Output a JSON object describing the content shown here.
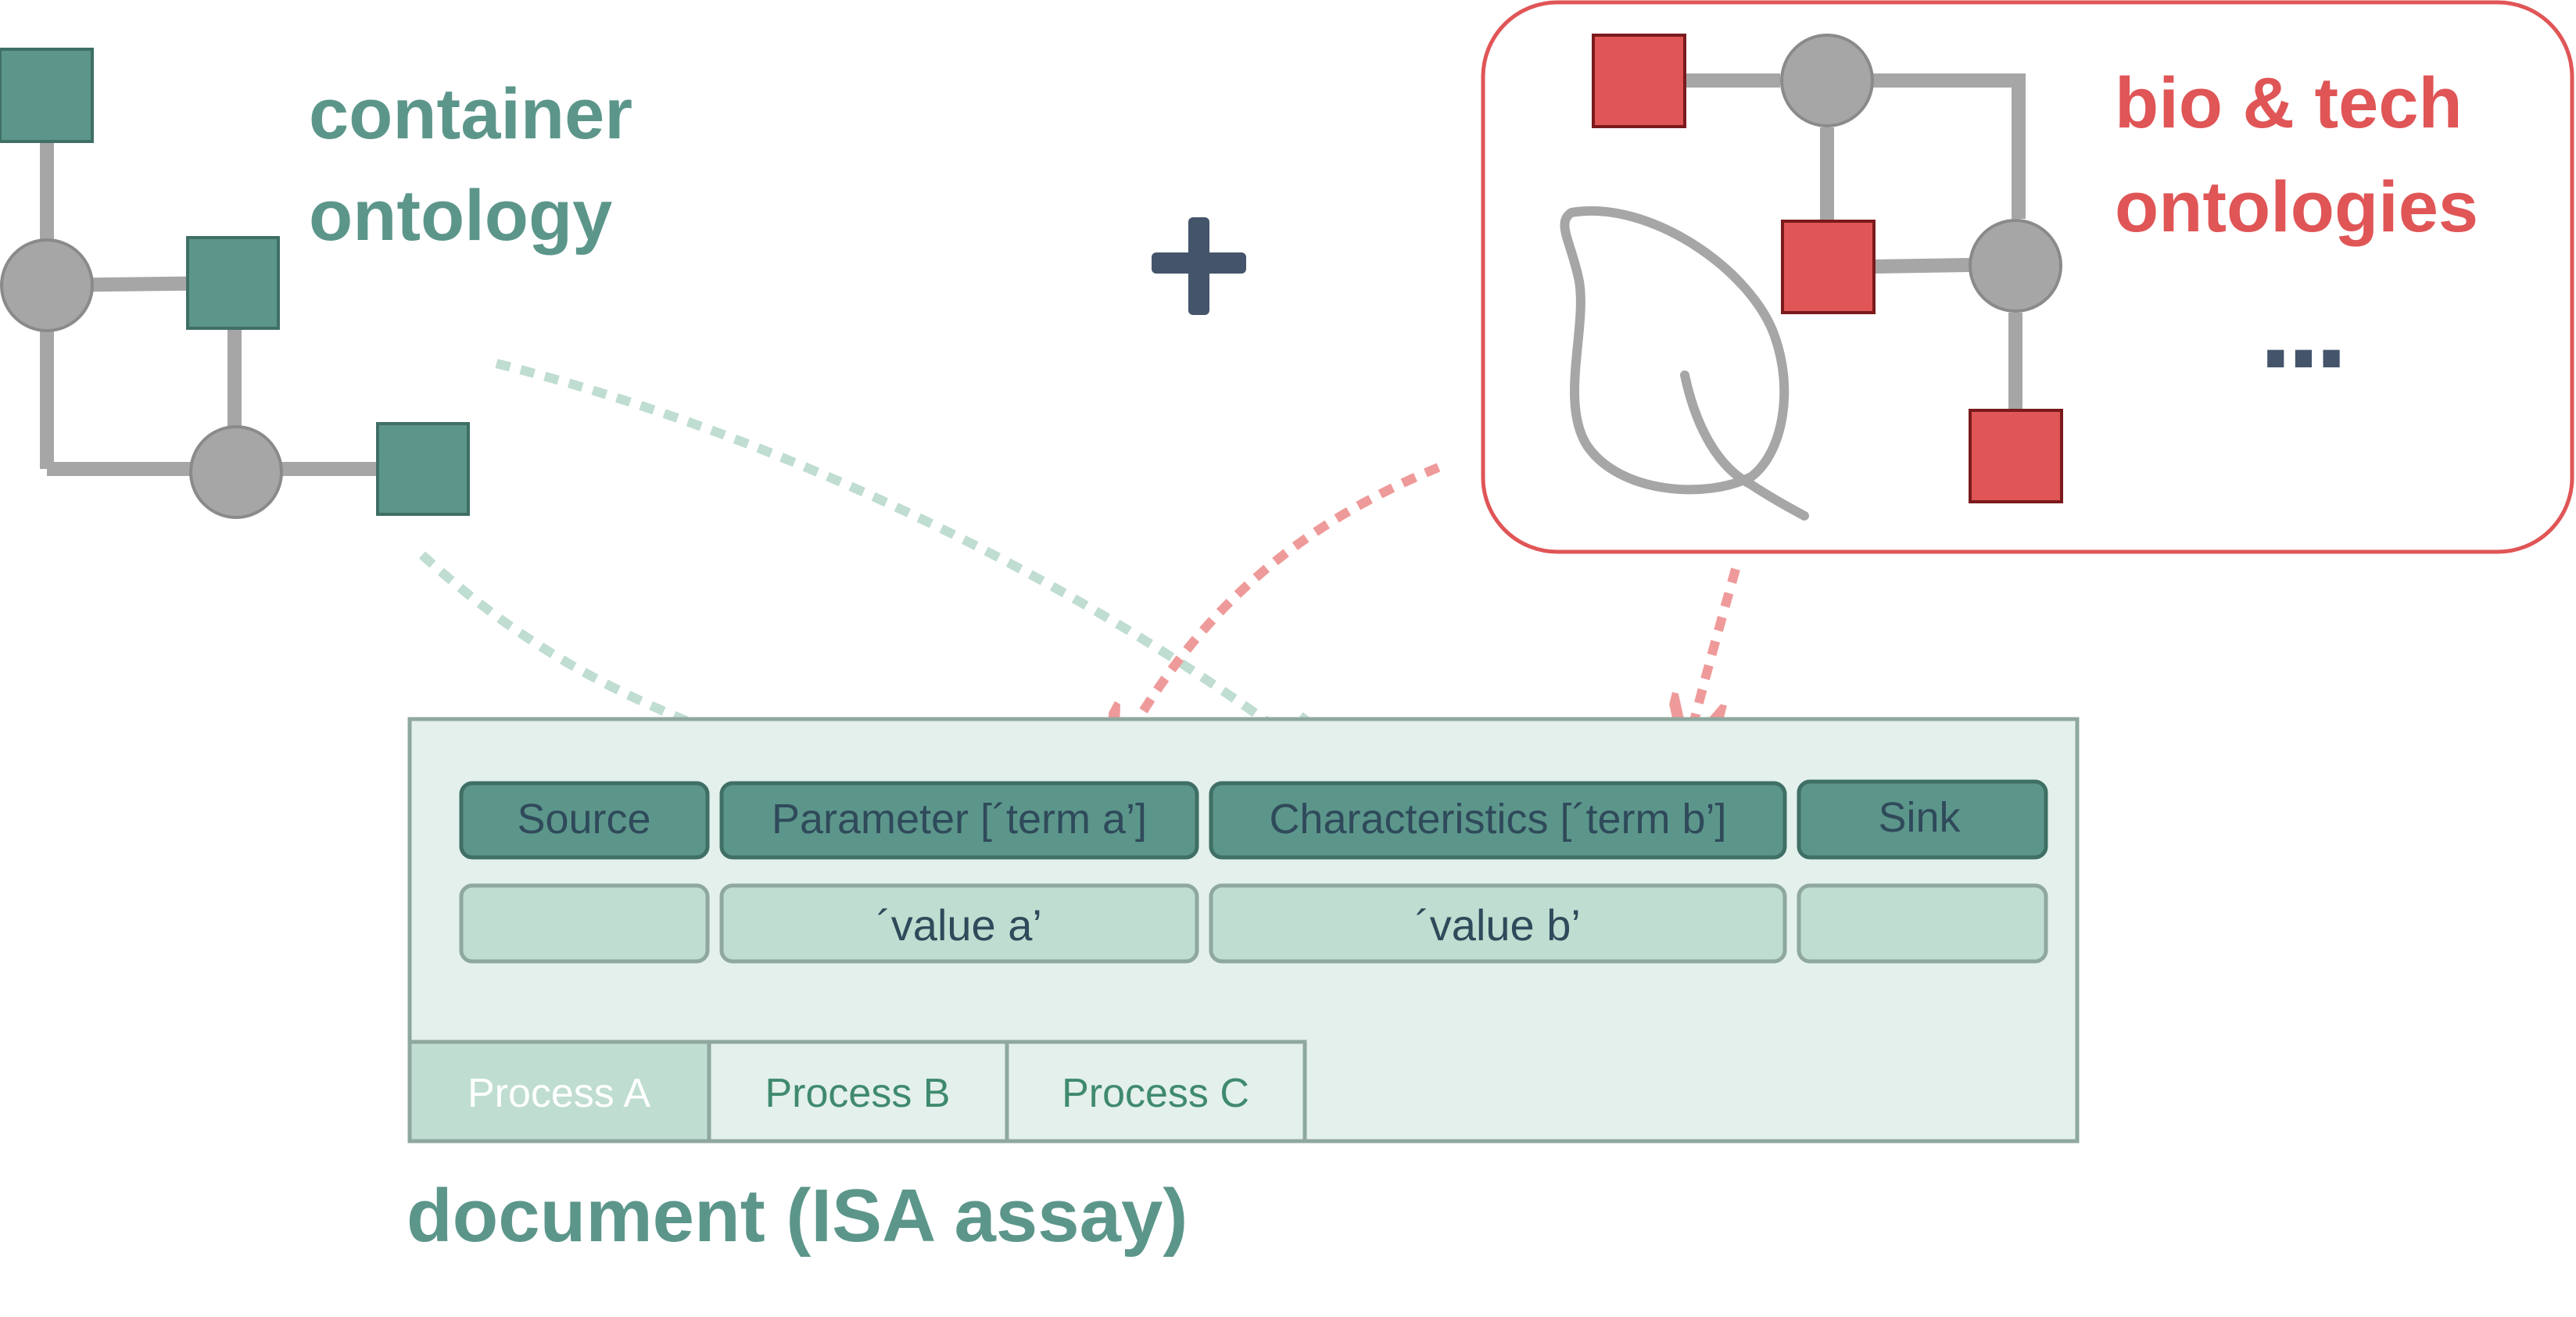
{
  "colors": {
    "teal": "#5c968b",
    "teal_dark": "#3f6f65",
    "teal_light": "#bfddd0",
    "teal_pale": "#e3f0eb",
    "red": "#e05556",
    "red_dark": "#7b1a1c",
    "gray": "#a6a6a6",
    "navy": "#44546a",
    "teal_arrow": "#bfddd0",
    "red_arrow": "#ef9a9a"
  },
  "container_ontology": {
    "title_line1": "container",
    "title_line2": "ontology"
  },
  "plus_symbol": "+",
  "bio_tech_ontologies": {
    "title_line1": "bio & tech",
    "title_line2": "ontologies",
    "ellipsis": "...",
    "icon": "leaf-icon"
  },
  "document": {
    "caption": "document (ISA assay)",
    "header_cells": [
      "Source",
      "Parameter [´term a’]",
      "Characteristics [´term b’]",
      "Sink"
    ],
    "value_cells": [
      "",
      "´value a’",
      "´value b’",
      ""
    ],
    "tabs": [
      {
        "label": "Process A",
        "active": true
      },
      {
        "label": "Process B",
        "active": false
      },
      {
        "label": "Process C",
        "active": false
      }
    ]
  }
}
